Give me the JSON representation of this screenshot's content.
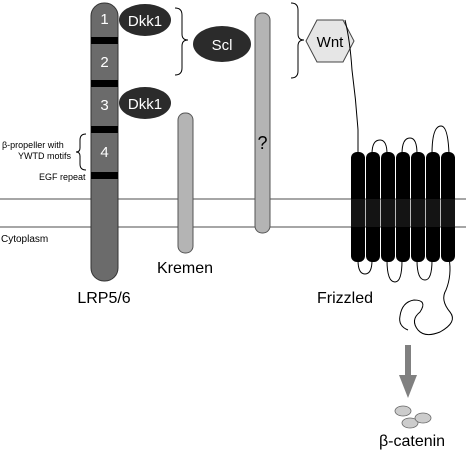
{
  "labels": {
    "domain1": "1",
    "domain2": "2",
    "domain3": "3",
    "domain4": "4",
    "dkk1_top": "Dkk1",
    "dkk1_bottom": "Dkk1",
    "scl": "Scl",
    "unknown": "?",
    "wnt": "Wnt",
    "propeller_line1": "β-propeller with",
    "propeller_line2": "YWTD motifs",
    "egf": "EGF repeat",
    "cytoplasm": "Cytoplasm",
    "lrp": "LRP5/6",
    "kremen": "Kremen",
    "frizzled": "Frizzled",
    "beta_catenin": "β-catenin"
  },
  "colors": {
    "lrp_body": "#6b6b6b",
    "lrp_band": "#000000",
    "dkk1_fill": "#2b2b2b",
    "scl_fill": "#2b2b2b",
    "kremen_fill": "#b4b4b4",
    "unknown_fill": "#b4b4b4",
    "wnt_fill": "#e6e6e6",
    "frizzled_fill": "#000000",
    "catenin_fill": "#cccccc",
    "arrow_fill": "#808080",
    "membrane": "#888888"
  }
}
